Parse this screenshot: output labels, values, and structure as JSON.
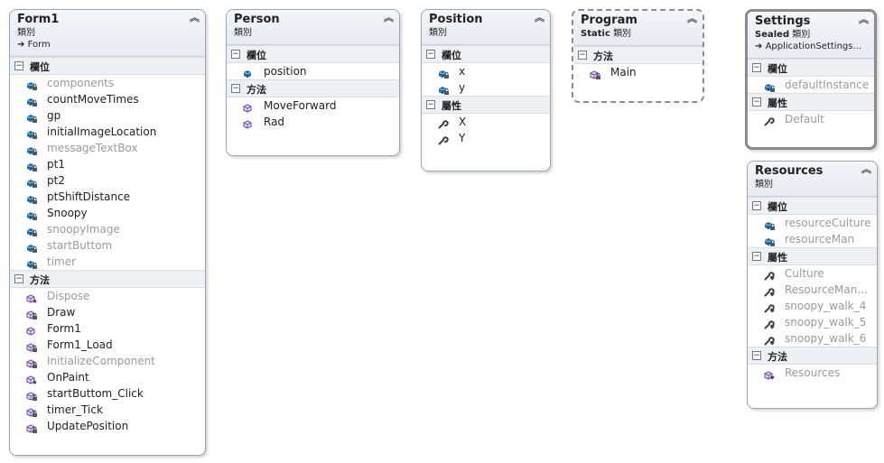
{
  "classes": {
    "form1": {
      "name": "Form1",
      "stereotype": "類別",
      "base": "Form",
      "sections": [
        {
          "title": "欄位",
          "items": [
            {
              "label": "components",
              "kind": "field",
              "access": "private",
              "dim": true
            },
            {
              "label": "countMoveTimes",
              "kind": "field",
              "access": "private",
              "dim": false
            },
            {
              "label": "gp",
              "kind": "field",
              "access": "private",
              "dim": false
            },
            {
              "label": "initialImageLocation",
              "kind": "field",
              "access": "private",
              "dim": false
            },
            {
              "label": "messageTextBox",
              "kind": "field",
              "access": "private",
              "dim": true
            },
            {
              "label": "pt1",
              "kind": "field",
              "access": "private",
              "dim": false
            },
            {
              "label": "pt2",
              "kind": "field",
              "access": "private",
              "dim": false
            },
            {
              "label": "ptShiftDistance",
              "kind": "field",
              "access": "private",
              "dim": false
            },
            {
              "label": "Snoopy",
              "kind": "field",
              "access": "private",
              "dim": false
            },
            {
              "label": "snoopyImage",
              "kind": "field",
              "access": "private",
              "dim": true
            },
            {
              "label": "startButtom",
              "kind": "field",
              "access": "private",
              "dim": true
            },
            {
              "label": "timer",
              "kind": "field",
              "access": "private",
              "dim": true
            }
          ]
        },
        {
          "title": "方法",
          "items": [
            {
              "label": "Dispose",
              "kind": "method",
              "access": "protected",
              "dim": true
            },
            {
              "label": "Draw",
              "kind": "method",
              "access": "private",
              "dim": false
            },
            {
              "label": "Form1",
              "kind": "method",
              "access": "public",
              "dim": false
            },
            {
              "label": "Form1_Load",
              "kind": "method",
              "access": "private",
              "dim": false
            },
            {
              "label": "InitializeComponent",
              "kind": "method",
              "access": "private",
              "dim": true
            },
            {
              "label": "OnPaint",
              "kind": "method",
              "access": "protected",
              "dim": false
            },
            {
              "label": "startButtom_Click",
              "kind": "method",
              "access": "private",
              "dim": false
            },
            {
              "label": "timer_Tick",
              "kind": "method",
              "access": "private",
              "dim": false
            },
            {
              "label": "UpdatePosition",
              "kind": "method",
              "access": "private",
              "dim": false
            }
          ]
        }
      ]
    },
    "person": {
      "name": "Person",
      "stereotype": "類別",
      "sections": [
        {
          "title": "欄位",
          "items": [
            {
              "label": "position",
              "kind": "field",
              "access": "public",
              "dim": false
            }
          ]
        },
        {
          "title": "方法",
          "items": [
            {
              "label": "MoveForward",
              "kind": "method",
              "access": "public",
              "dim": false
            },
            {
              "label": "Rad",
              "kind": "method",
              "access": "public",
              "dim": false
            }
          ]
        }
      ]
    },
    "position": {
      "name": "Position",
      "stereotype": "類別",
      "sections": [
        {
          "title": "欄位",
          "items": [
            {
              "label": "x",
              "kind": "field",
              "access": "private",
              "dim": false
            },
            {
              "label": "y",
              "kind": "field",
              "access": "private",
              "dim": false
            }
          ]
        },
        {
          "title": "屬性",
          "items": [
            {
              "label": "X",
              "kind": "property",
              "access": "public",
              "dim": false
            },
            {
              "label": "Y",
              "kind": "property",
              "access": "public",
              "dim": false
            }
          ]
        }
      ]
    },
    "program": {
      "name": "Program",
      "stereotype": "類別",
      "modifier": "Static",
      "sections": [
        {
          "title": "方法",
          "items": [
            {
              "label": "Main",
              "kind": "method",
              "access": "private",
              "dim": false
            }
          ]
        }
      ]
    },
    "settings": {
      "name": "Settings",
      "stereotype": "類別",
      "modifier": "Sealed",
      "base": "ApplicationSettings...",
      "sections": [
        {
          "title": "欄位",
          "items": [
            {
              "label": "defaultInstance",
              "kind": "field",
              "access": "private",
              "dim": true
            }
          ]
        },
        {
          "title": "屬性",
          "items": [
            {
              "label": "Default",
              "kind": "property",
              "access": "public",
              "dim": true
            }
          ]
        }
      ]
    },
    "resources": {
      "name": "Resources",
      "stereotype": "類別",
      "sections": [
        {
          "title": "欄位",
          "items": [
            {
              "label": "resourceCulture",
              "kind": "field",
              "access": "private",
              "dim": true
            },
            {
              "label": "resourceMan",
              "kind": "field",
              "access": "private",
              "dim": true
            }
          ]
        },
        {
          "title": "屬性",
          "items": [
            {
              "label": "Culture",
              "kind": "property",
              "access": "internal",
              "dim": true
            },
            {
              "label": "ResourceMan...",
              "kind": "property",
              "access": "internal",
              "dim": true
            },
            {
              "label": "snoopy_walk_4",
              "kind": "property",
              "access": "internal",
              "dim": true
            },
            {
              "label": "snoopy_walk_5",
              "kind": "property",
              "access": "internal",
              "dim": true
            },
            {
              "label": "snoopy_walk_6",
              "kind": "property",
              "access": "internal",
              "dim": true
            }
          ]
        },
        {
          "title": "方法",
          "items": [
            {
              "label": "Resources",
              "kind": "method",
              "access": "internal",
              "dim": true
            }
          ]
        }
      ]
    }
  },
  "icons": {
    "collapse": "double-chevron-up-icon",
    "base_arrow": "arrow-right-icon",
    "section_toggle": "minus-box-icon",
    "field": "field-cube-icon",
    "method": "method-cube-icon",
    "property": "wrench-icon"
  },
  "colors": {
    "field_blue": "#1f6fae",
    "method_purple": "#7b4fb0",
    "property_gray": "#404040",
    "header_bg": "#e6ebf2",
    "dim_text": "#9a9a9a"
  }
}
